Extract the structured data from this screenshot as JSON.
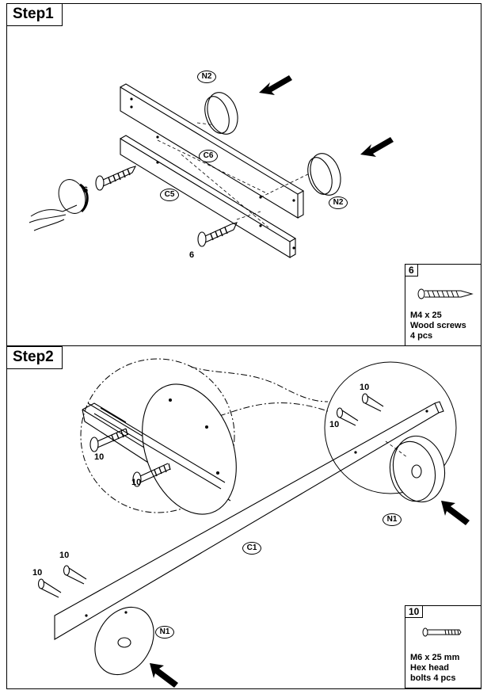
{
  "step1": {
    "title": "Step1",
    "parts": {
      "n2_top": "N2",
      "n2_right": "N2",
      "c6": "C6",
      "c5": "C5"
    },
    "callouts": {
      "screw_qty_hand": "6",
      "screw_qty_bottom": "6"
    },
    "hardware": {
      "number": "6",
      "size": "M4 x 25",
      "type": "Wood screws",
      "qty": "4 pcs"
    }
  },
  "step2": {
    "title": "Step2",
    "parts": {
      "c1": "C1",
      "n1_right": "N1",
      "n1_left": "N1"
    },
    "callouts": {
      "bolt_zoom_1": "10",
      "bolt_zoom_2": "10",
      "bolt_right_1": "10",
      "bolt_right_2": "10",
      "bolt_left_1": "10",
      "bolt_left_2": "10"
    },
    "hardware": {
      "number": "10",
      "size": "M6 x 25 mm",
      "head": "Hex head",
      "qty": "bolts  4 pcs"
    }
  }
}
